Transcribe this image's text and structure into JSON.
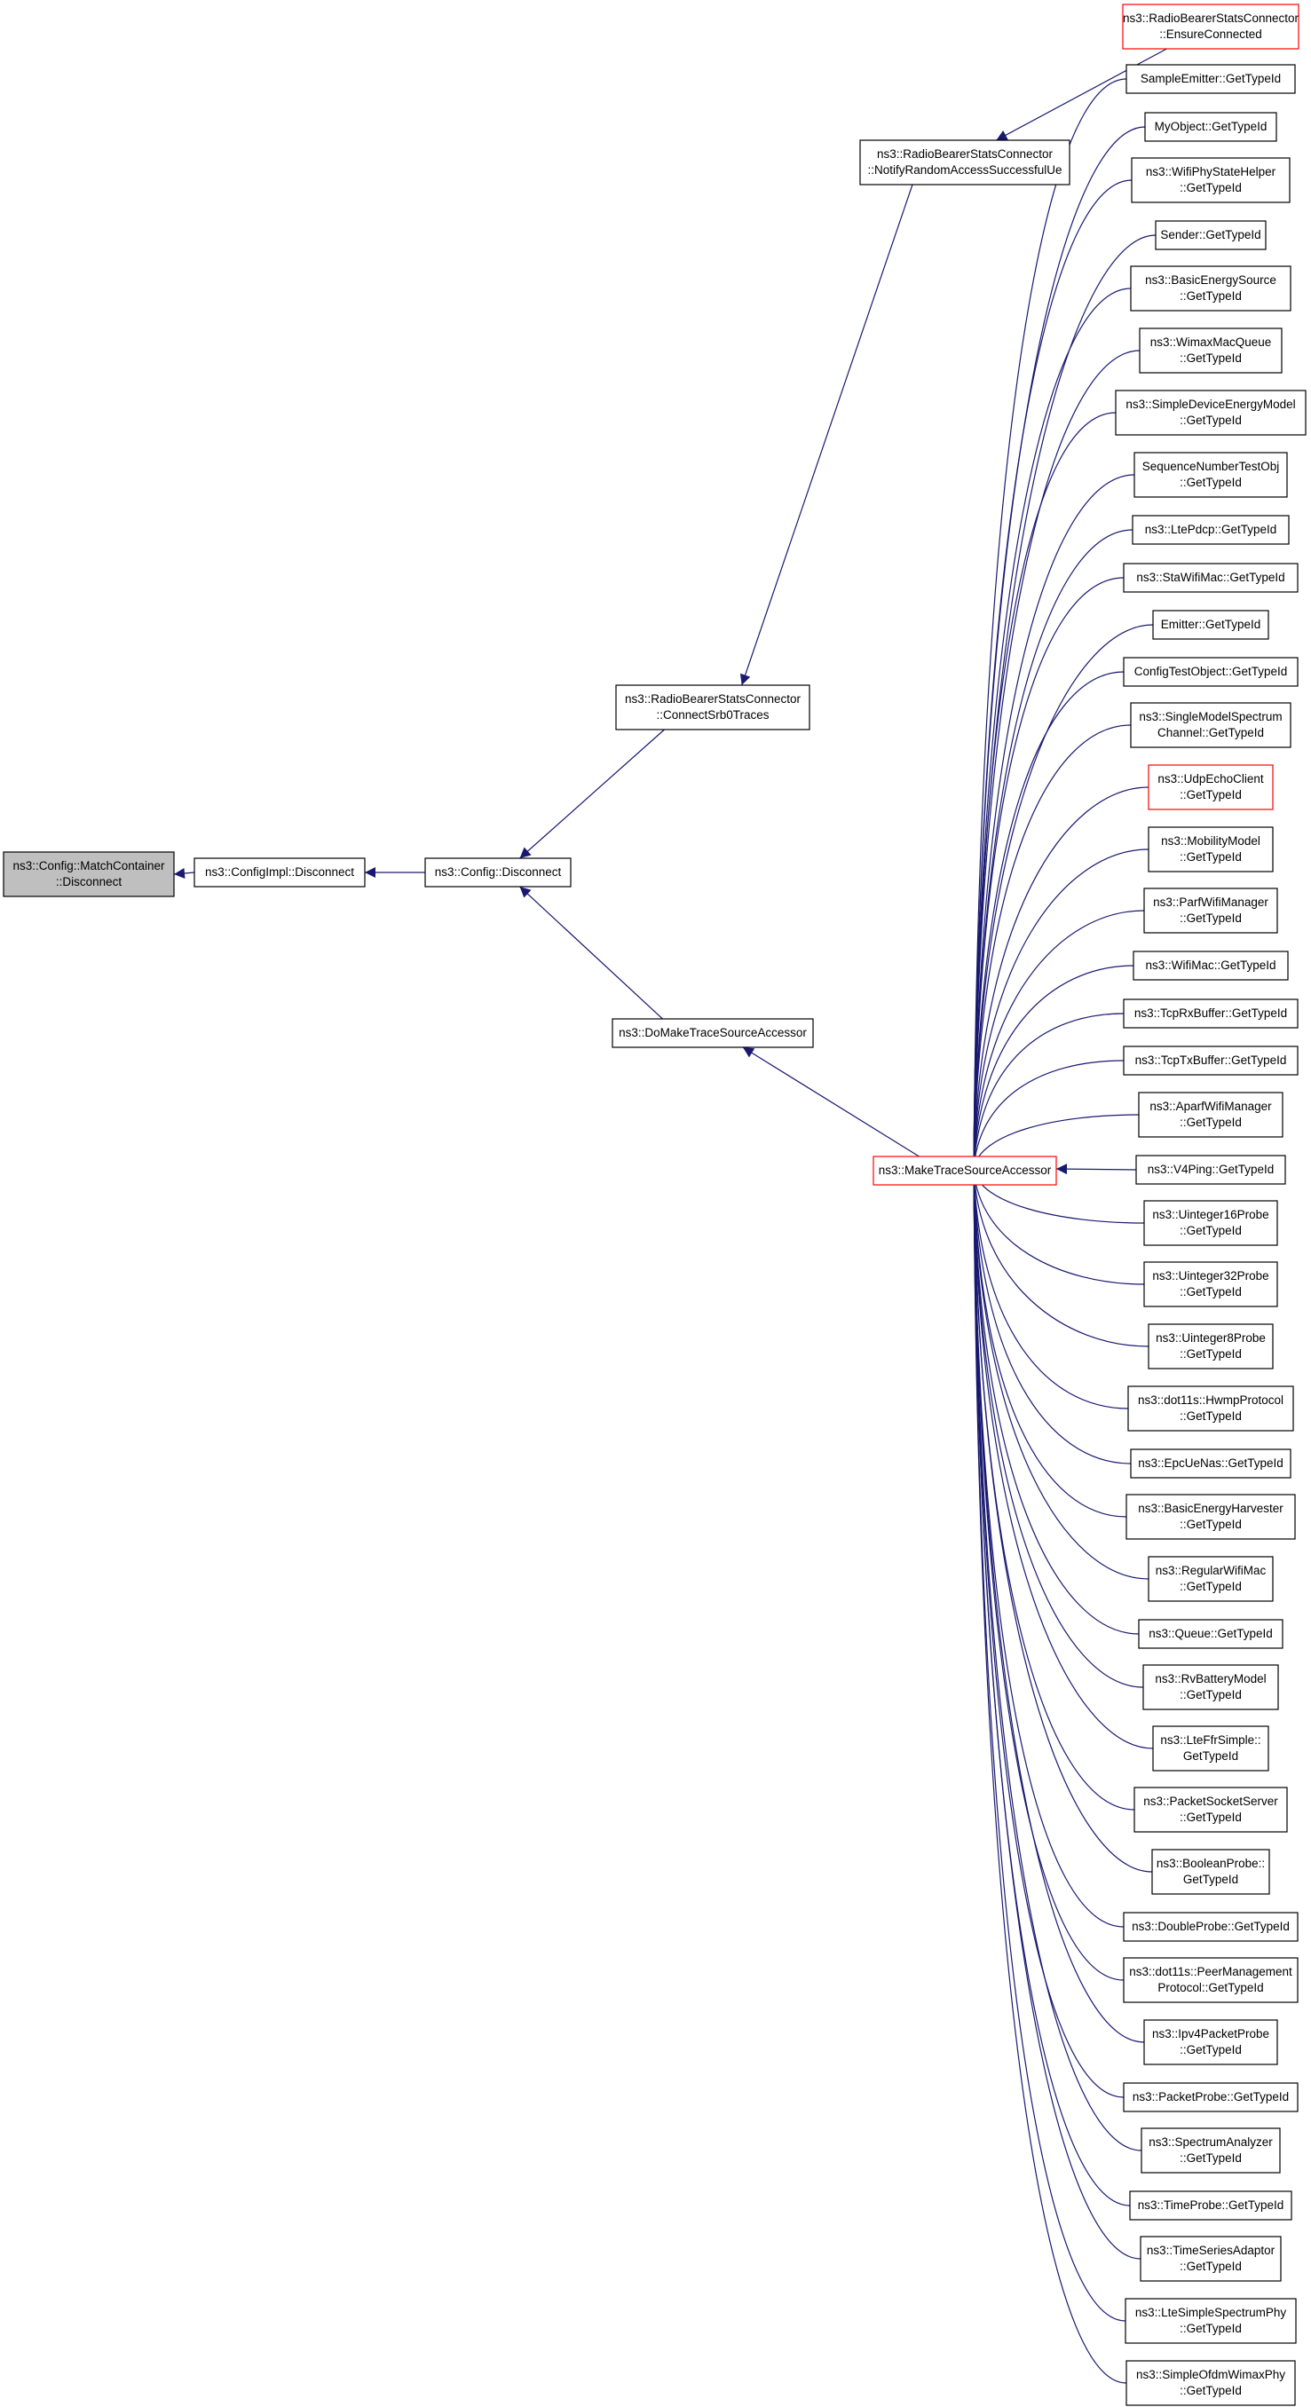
{
  "colors": {
    "edge": "#191970",
    "node_border": "#000000",
    "truncated_border": "#ff0000",
    "focus_fill": "#bfbfbf",
    "node_fill": "#ffffff"
  },
  "nodes": [
    {
      "id": "match-container-disconnect",
      "lines": [
        "ns3::Config::MatchContainer",
        "::Disconnect"
      ],
      "style": "focus"
    },
    {
      "id": "config-impl-disconnect",
      "lines": [
        "ns3::ConfigImpl::Disconnect"
      ],
      "style": "normal"
    },
    {
      "id": "config-disconnect",
      "lines": [
        "ns3::Config::Disconnect"
      ],
      "style": "normal"
    },
    {
      "id": "connect-srb0-traces",
      "lines": [
        "ns3::RadioBearerStatsConnector",
        "::ConnectSrb0Traces"
      ],
      "style": "normal"
    },
    {
      "id": "do-make-trace-source-accessor",
      "lines": [
        "ns3::DoMakeTraceSourceAccessor"
      ],
      "style": "normal"
    },
    {
      "id": "notify-random-access",
      "lines": [
        "ns3::RadioBearerStatsConnector",
        "::NotifyRandomAccessSuccessfulUe"
      ],
      "style": "normal"
    },
    {
      "id": "make-trace-source-accessor",
      "lines": [
        "ns3::MakeTraceSourceAccessor"
      ],
      "style": "truncated"
    },
    {
      "id": "ensure-connected",
      "lines": [
        "ns3::RadioBearerStatsConnector",
        "::EnsureConnected"
      ],
      "style": "truncated"
    },
    {
      "id": "sample-emitter",
      "lines": [
        "SampleEmitter::GetTypeId"
      ],
      "style": "normal"
    },
    {
      "id": "my-object",
      "lines": [
        "MyObject::GetTypeId"
      ],
      "style": "normal"
    },
    {
      "id": "wifi-phy-state-helper",
      "lines": [
        "ns3::WifiPhyStateHelper",
        "::GetTypeId"
      ],
      "style": "normal"
    },
    {
      "id": "sender",
      "lines": [
        "Sender::GetTypeId"
      ],
      "style": "normal"
    },
    {
      "id": "basic-energy-source",
      "lines": [
        "ns3::BasicEnergySource",
        "::GetTypeId"
      ],
      "style": "normal"
    },
    {
      "id": "wimax-mac-queue",
      "lines": [
        "ns3::WimaxMacQueue",
        "::GetTypeId"
      ],
      "style": "normal"
    },
    {
      "id": "simple-device-energy-model",
      "lines": [
        "ns3::SimpleDeviceEnergyModel",
        "::GetTypeId"
      ],
      "style": "normal"
    },
    {
      "id": "sequence-number-test-obj",
      "lines": [
        "SequenceNumberTestObj",
        "::GetTypeId"
      ],
      "style": "normal"
    },
    {
      "id": "lte-pdcp",
      "lines": [
        "ns3::LtePdcp::GetTypeId"
      ],
      "style": "normal"
    },
    {
      "id": "sta-wifi-mac",
      "lines": [
        "ns3::StaWifiMac::GetTypeId"
      ],
      "style": "normal"
    },
    {
      "id": "emitter",
      "lines": [
        "Emitter::GetTypeId"
      ],
      "style": "normal"
    },
    {
      "id": "config-test-object",
      "lines": [
        "ConfigTestObject::GetTypeId"
      ],
      "style": "normal"
    },
    {
      "id": "single-model-spectrum-channel",
      "lines": [
        "ns3::SingleModelSpectrum",
        "Channel::GetTypeId"
      ],
      "style": "normal"
    },
    {
      "id": "udp-echo-client",
      "lines": [
        "ns3::UdpEchoClient",
        "::GetTypeId"
      ],
      "style": "truncated"
    },
    {
      "id": "mobility-model",
      "lines": [
        "ns3::MobilityModel",
        "::GetTypeId"
      ],
      "style": "normal"
    },
    {
      "id": "parf-wifi-manager",
      "lines": [
        "ns3::ParfWifiManager",
        "::GetTypeId"
      ],
      "style": "normal"
    },
    {
      "id": "wifi-mac",
      "lines": [
        "ns3::WifiMac::GetTypeId"
      ],
      "style": "normal"
    },
    {
      "id": "tcp-rx-buffer",
      "lines": [
        "ns3::TcpRxBuffer::GetTypeId"
      ],
      "style": "normal"
    },
    {
      "id": "tcp-tx-buffer",
      "lines": [
        "ns3::TcpTxBuffer::GetTypeId"
      ],
      "style": "normal"
    },
    {
      "id": "aparf-wifi-manager",
      "lines": [
        "ns3::AparfWifiManager",
        "::GetTypeId"
      ],
      "style": "normal"
    },
    {
      "id": "v4-ping",
      "lines": [
        "ns3::V4Ping::GetTypeId"
      ],
      "style": "normal"
    },
    {
      "id": "uinteger16-probe",
      "lines": [
        "ns3::Uinteger16Probe",
        "::GetTypeId"
      ],
      "style": "normal"
    },
    {
      "id": "uinteger32-probe",
      "lines": [
        "ns3::Uinteger32Probe",
        "::GetTypeId"
      ],
      "style": "normal"
    },
    {
      "id": "uinteger8-probe",
      "lines": [
        "ns3::Uinteger8Probe",
        "::GetTypeId"
      ],
      "style": "normal"
    },
    {
      "id": "hwmp-protocol",
      "lines": [
        "ns3::dot11s::HwmpProtocol",
        "::GetTypeId"
      ],
      "style": "normal"
    },
    {
      "id": "epc-ue-nas",
      "lines": [
        "ns3::EpcUeNas::GetTypeId"
      ],
      "style": "normal"
    },
    {
      "id": "basic-energy-harvester",
      "lines": [
        "ns3::BasicEnergyHarvester",
        "::GetTypeId"
      ],
      "style": "normal"
    },
    {
      "id": "regular-wifi-mac",
      "lines": [
        "ns3::RegularWifiMac",
        "::GetTypeId"
      ],
      "style": "normal"
    },
    {
      "id": "queue",
      "lines": [
        "ns3::Queue::GetTypeId"
      ],
      "style": "normal"
    },
    {
      "id": "rv-battery-model",
      "lines": [
        "ns3::RvBatteryModel",
        "::GetTypeId"
      ],
      "style": "normal"
    },
    {
      "id": "lte-ffr-simple",
      "lines": [
        "ns3::LteFfrSimple::",
        "GetTypeId"
      ],
      "style": "normal"
    },
    {
      "id": "packet-socket-server",
      "lines": [
        "ns3::PacketSocketServer",
        "::GetTypeId"
      ],
      "style": "normal"
    },
    {
      "id": "boolean-probe",
      "lines": [
        "ns3::BooleanProbe::",
        "GetTypeId"
      ],
      "style": "normal"
    },
    {
      "id": "double-probe",
      "lines": [
        "ns3::DoubleProbe::GetTypeId"
      ],
      "style": "normal"
    },
    {
      "id": "peer-management-protocol",
      "lines": [
        "ns3::dot11s::PeerManagement",
        "Protocol::GetTypeId"
      ],
      "style": "normal"
    },
    {
      "id": "ipv4-packet-probe",
      "lines": [
        "ns3::Ipv4PacketProbe",
        "::GetTypeId"
      ],
      "style": "normal"
    },
    {
      "id": "packet-probe",
      "lines": [
        "ns3::PacketProbe::GetTypeId"
      ],
      "style": "normal"
    },
    {
      "id": "spectrum-analyzer",
      "lines": [
        "ns3::SpectrumAnalyzer",
        "::GetTypeId"
      ],
      "style": "normal"
    },
    {
      "id": "time-probe",
      "lines": [
        "ns3::TimeProbe::GetTypeId"
      ],
      "style": "normal"
    },
    {
      "id": "time-series-adaptor",
      "lines": [
        "ns3::TimeSeriesAdaptor",
        "::GetTypeId"
      ],
      "style": "normal"
    },
    {
      "id": "lte-simple-spectrum-phy",
      "lines": [
        "ns3::LteSimpleSpectrumPhy",
        "::GetTypeId"
      ],
      "style": "normal"
    },
    {
      "id": "simple-ofdm-wimax-phy",
      "lines": [
        "ns3::SimpleOfdmWimaxPhy",
        "::GetTypeId"
      ],
      "style": "normal"
    }
  ],
  "edges": [
    {
      "from": "config-impl-disconnect",
      "to": "match-container-disconnect"
    },
    {
      "from": "config-disconnect",
      "to": "config-impl-disconnect"
    },
    {
      "from": "connect-srb0-traces",
      "to": "config-disconnect"
    },
    {
      "from": "do-make-trace-source-accessor",
      "to": "config-disconnect"
    },
    {
      "from": "notify-random-access",
      "to": "connect-srb0-traces"
    },
    {
      "from": "make-trace-source-accessor",
      "to": "do-make-trace-source-accessor"
    },
    {
      "from": "ensure-connected",
      "to": "notify-random-access"
    },
    {
      "from": "sample-emitter",
      "to": "make-trace-source-accessor"
    },
    {
      "from": "my-object",
      "to": "make-trace-source-accessor"
    },
    {
      "from": "wifi-phy-state-helper",
      "to": "make-trace-source-accessor"
    },
    {
      "from": "sender",
      "to": "make-trace-source-accessor"
    },
    {
      "from": "basic-energy-source",
      "to": "make-trace-source-accessor"
    },
    {
      "from": "wimax-mac-queue",
      "to": "make-trace-source-accessor"
    },
    {
      "from": "simple-device-energy-model",
      "to": "make-trace-source-accessor"
    },
    {
      "from": "sequence-number-test-obj",
      "to": "make-trace-source-accessor"
    },
    {
      "from": "lte-pdcp",
      "to": "make-trace-source-accessor"
    },
    {
      "from": "sta-wifi-mac",
      "to": "make-trace-source-accessor"
    },
    {
      "from": "emitter",
      "to": "make-trace-source-accessor"
    },
    {
      "from": "config-test-object",
      "to": "make-trace-source-accessor"
    },
    {
      "from": "single-model-spectrum-channel",
      "to": "make-trace-source-accessor"
    },
    {
      "from": "udp-echo-client",
      "to": "make-trace-source-accessor"
    },
    {
      "from": "mobility-model",
      "to": "make-trace-source-accessor"
    },
    {
      "from": "parf-wifi-manager",
      "to": "make-trace-source-accessor"
    },
    {
      "from": "wifi-mac",
      "to": "make-trace-source-accessor"
    },
    {
      "from": "tcp-rx-buffer",
      "to": "make-trace-source-accessor"
    },
    {
      "from": "tcp-tx-buffer",
      "to": "make-trace-source-accessor"
    },
    {
      "from": "aparf-wifi-manager",
      "to": "make-trace-source-accessor"
    },
    {
      "from": "v4-ping",
      "to": "make-trace-source-accessor"
    },
    {
      "from": "uinteger16-probe",
      "to": "make-trace-source-accessor"
    },
    {
      "from": "uinteger32-probe",
      "to": "make-trace-source-accessor"
    },
    {
      "from": "uinteger8-probe",
      "to": "make-trace-source-accessor"
    },
    {
      "from": "hwmp-protocol",
      "to": "make-trace-source-accessor"
    },
    {
      "from": "epc-ue-nas",
      "to": "make-trace-source-accessor"
    },
    {
      "from": "basic-energy-harvester",
      "to": "make-trace-source-accessor"
    },
    {
      "from": "regular-wifi-mac",
      "to": "make-trace-source-accessor"
    },
    {
      "from": "queue",
      "to": "make-trace-source-accessor"
    },
    {
      "from": "rv-battery-model",
      "to": "make-trace-source-accessor"
    },
    {
      "from": "lte-ffr-simple",
      "to": "make-trace-source-accessor"
    },
    {
      "from": "packet-socket-server",
      "to": "make-trace-source-accessor"
    },
    {
      "from": "boolean-probe",
      "to": "make-trace-source-accessor"
    },
    {
      "from": "double-probe",
      "to": "make-trace-source-accessor"
    },
    {
      "from": "peer-management-protocol",
      "to": "make-trace-source-accessor"
    },
    {
      "from": "ipv4-packet-probe",
      "to": "make-trace-source-accessor"
    },
    {
      "from": "packet-probe",
      "to": "make-trace-source-accessor"
    },
    {
      "from": "spectrum-analyzer",
      "to": "make-trace-source-accessor"
    },
    {
      "from": "time-probe",
      "to": "make-trace-source-accessor"
    },
    {
      "from": "time-series-adaptor",
      "to": "make-trace-source-accessor"
    },
    {
      "from": "lte-simple-spectrum-phy",
      "to": "make-trace-source-accessor"
    },
    {
      "from": "simple-ofdm-wimax-phy",
      "to": "make-trace-source-accessor"
    }
  ]
}
